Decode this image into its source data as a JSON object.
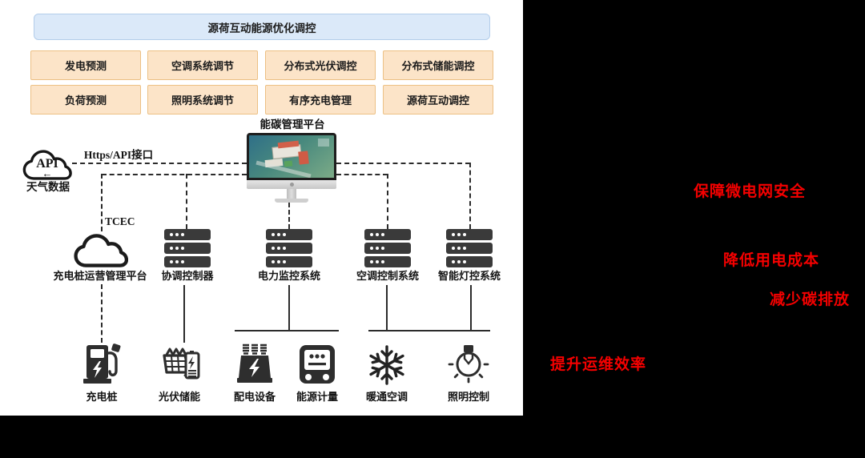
{
  "header": {
    "title": "源荷互动能源优化调控"
  },
  "function_boxes": {
    "row1": [
      "发电预测",
      "空调系统调节",
      "分布式光伏调控",
      "分布式储能调控"
    ],
    "row2": [
      "负荷预测",
      "照明系统调节",
      "有序充电管理",
      "源荷互动调控"
    ]
  },
  "platform": {
    "label": "能碳管理平台"
  },
  "weather": {
    "cloud_text": "API",
    "arrow": "←",
    "label": "天气数据"
  },
  "links": {
    "https_api": "Https/API接口",
    "tcec": "TCEC"
  },
  "systems": [
    {
      "label": "充电桩运营管理平台",
      "icon": "cloud-platform-icon"
    },
    {
      "label": "协调控制器",
      "icon": "server-stack-icon"
    },
    {
      "label": "电力监控系统",
      "icon": "server-stack-icon"
    },
    {
      "label": "空调控制系统",
      "icon": "server-stack-icon"
    },
    {
      "label": "智能灯控系统",
      "icon": "server-stack-icon"
    }
  ],
  "devices": [
    {
      "label": "充电桩",
      "icon": "charging-pile-icon"
    },
    {
      "label": "光伏储能",
      "icon": "pv-storage-icon"
    },
    {
      "label": "配电设备",
      "icon": "transformer-icon"
    },
    {
      "label": "能源计量",
      "icon": "energy-meter-icon"
    },
    {
      "label": "暖通空调",
      "icon": "snowflake-icon"
    },
    {
      "label": "照明控制",
      "icon": "light-bulb-icon"
    }
  ],
  "benefits": [
    {
      "label": "保障微电网安全"
    },
    {
      "label": "降低用电成本"
    },
    {
      "label": "减少碳排放"
    },
    {
      "label": "提升运维效率"
    }
  ],
  "colors": {
    "title_fill": "#dbe9f9",
    "function_fill": "#fce4c8",
    "benefit_red": "#f40000",
    "icon_dark": "#2e2e2e",
    "background": "#000000",
    "canvas": "#ffffff"
  }
}
